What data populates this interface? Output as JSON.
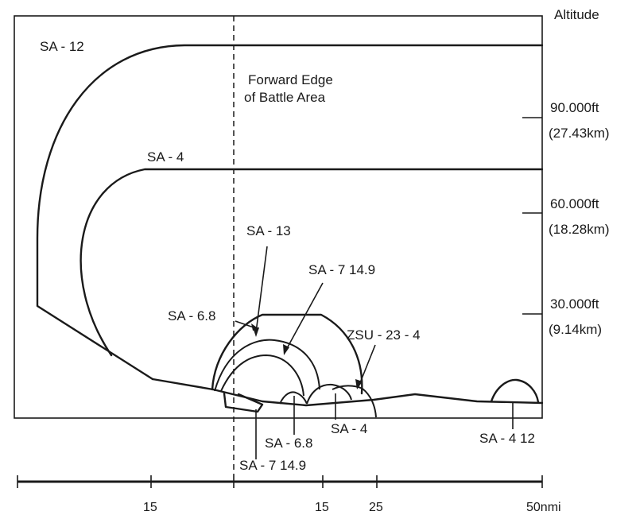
{
  "diagram": {
    "altitude_label": "Altitude",
    "feba_label_1": "Forward Edge",
    "feba_label_2": "of Battle Area",
    "alt_ticks": [
      {
        "ft": "90.000ft",
        "km": "(27.43km)"
      },
      {
        "ft": "60.000ft",
        "km": "(18.28km)"
      },
      {
        "ft": "30.000ft",
        "km": "(9.14km)"
      }
    ],
    "systems": {
      "sa12": "SA - 12",
      "sa4_upper": "SA - 4",
      "sa13": "SA - 13",
      "sa7_upper": "SA - 7 14.9",
      "sa68_upper": "SA - 6.8",
      "zsu": "ZSU - 23 - 4",
      "sa68_lower": "SA - 6.8",
      "sa4_lower": "SA - 4",
      "sa7_lower": "SA - 7 14.9",
      "sa412": "SA - 4 12"
    },
    "range_ticks": [
      "15",
      "15",
      "25",
      "50nmi"
    ],
    "colors": {
      "ink": "#1a1a1a",
      "paper": "#ffffff"
    }
  }
}
